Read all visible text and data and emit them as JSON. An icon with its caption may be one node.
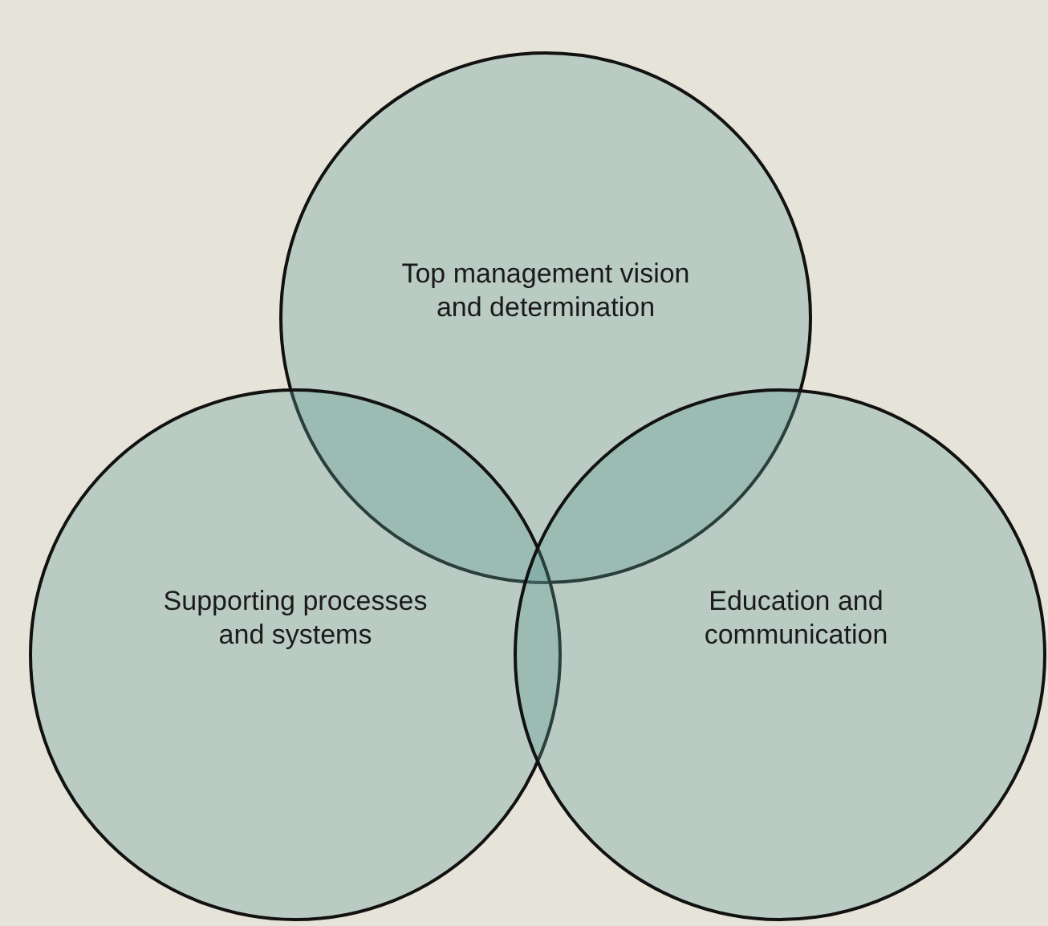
{
  "diagram": {
    "nodes": [
      {
        "text": [
          "Top management vision and determination"
        ]
      },
      {
        "text": [
          "Supporting processes and systems"
        ]
      },
      {
        "text": [
          "Education and communication"
        ]
      }
    ]
  }
}
